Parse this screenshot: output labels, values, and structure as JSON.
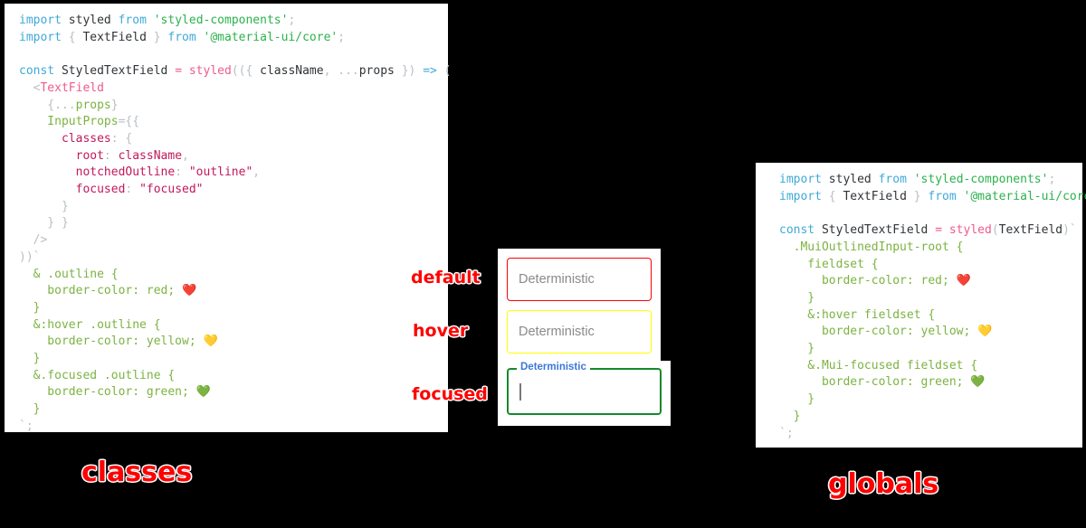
{
  "panels": {
    "classes": {
      "caption": "classes",
      "lines": [
        [
          {
            "t": "import ",
            "c": "kw"
          },
          {
            "t": "styled ",
            "c": "plain"
          },
          {
            "t": "from ",
            "c": "kw"
          },
          {
            "t": "'styled-components'",
            "c": "str"
          },
          {
            "t": ";",
            "c": "punct"
          }
        ],
        [
          {
            "t": "import ",
            "c": "kw"
          },
          {
            "t": "{",
            "c": "punct"
          },
          {
            "t": " TextField ",
            "c": "plain"
          },
          {
            "t": "}",
            "c": "punct"
          },
          {
            "t": " from ",
            "c": "kw"
          },
          {
            "t": "'@material-ui/core'",
            "c": "str"
          },
          {
            "t": ";",
            "c": "punct"
          }
        ],
        [],
        [
          {
            "t": "const ",
            "c": "kw"
          },
          {
            "t": "StyledTextField ",
            "c": "plain"
          },
          {
            "t": "= ",
            "c": "op"
          },
          {
            "t": "styled",
            "c": "fn"
          },
          {
            "t": "((",
            "c": "punct"
          },
          {
            "t": "{",
            "c": "punct"
          },
          {
            "t": " className",
            "c": "plain"
          },
          {
            "t": ", ",
            "c": "punct"
          },
          {
            "t": "...",
            "c": "punct"
          },
          {
            "t": "props ",
            "c": "plain"
          },
          {
            "t": "}",
            "c": "punct"
          },
          {
            "t": ") ",
            "c": "punct"
          },
          {
            "t": "=> ",
            "c": "arrow"
          },
          {
            "t": "(",
            "c": "punct"
          }
        ],
        [
          {
            "t": "  <",
            "c": "punct"
          },
          {
            "t": "TextField",
            "c": "tag"
          }
        ],
        [
          {
            "t": "    {",
            "c": "punct"
          },
          {
            "t": "...",
            "c": "punct"
          },
          {
            "t": "props",
            "c": "attr"
          },
          {
            "t": "}",
            "c": "punct"
          }
        ],
        [
          {
            "t": "    InputProps",
            "c": "attr"
          },
          {
            "t": "={{",
            "c": "punct"
          }
        ],
        [
          {
            "t": "      classes",
            "c": "key"
          },
          {
            "t": ": {",
            "c": "punct"
          }
        ],
        [
          {
            "t": "        root",
            "c": "key"
          },
          {
            "t": ": ",
            "c": "punct"
          },
          {
            "t": "className",
            "c": "key"
          },
          {
            "t": ",",
            "c": "punct"
          }
        ],
        [
          {
            "t": "        notchedOutline",
            "c": "key"
          },
          {
            "t": ": ",
            "c": "punct"
          },
          {
            "t": "\"outline\"",
            "c": "key"
          },
          {
            "t": ",",
            "c": "punct"
          }
        ],
        [
          {
            "t": "        focused",
            "c": "key"
          },
          {
            "t": ": ",
            "c": "punct"
          },
          {
            "t": "\"focused\"",
            "c": "key"
          }
        ],
        [
          {
            "t": "      }",
            "c": "punct"
          }
        ],
        [
          {
            "t": "    } }",
            "c": "punct"
          }
        ],
        [
          {
            "t": "  />",
            "c": "punct"
          }
        ],
        [
          {
            "t": "))`",
            "c": "punct"
          }
        ],
        [
          {
            "t": "  & .outline {",
            "c": "css"
          }
        ],
        [
          {
            "t": "    border-color: red; ",
            "c": "css"
          },
          {
            "t": "❤️",
            "c": "emoji"
          }
        ],
        [
          {
            "t": "  }",
            "c": "css"
          }
        ],
        [
          {
            "t": "  &:hover .outline {",
            "c": "css"
          }
        ],
        [
          {
            "t": "    border-color: yellow; ",
            "c": "css"
          },
          {
            "t": "💛",
            "c": "emoji"
          }
        ],
        [
          {
            "t": "  }",
            "c": "css"
          }
        ],
        [
          {
            "t": "  &.focused .outline {",
            "c": "css"
          }
        ],
        [
          {
            "t": "    border-color: green; ",
            "c": "css"
          },
          {
            "t": "💚",
            "c": "emoji"
          }
        ],
        [
          {
            "t": "  }",
            "c": "css"
          }
        ],
        [
          {
            "t": "`;",
            "c": "punct"
          }
        ]
      ]
    },
    "globals": {
      "caption": "globals",
      "lines": [
        [
          {
            "t": "import ",
            "c": "kw"
          },
          {
            "t": "styled ",
            "c": "plain"
          },
          {
            "t": "from ",
            "c": "kw"
          },
          {
            "t": "'styled-components'",
            "c": "str"
          },
          {
            "t": ";",
            "c": "punct"
          }
        ],
        [
          {
            "t": "import ",
            "c": "kw"
          },
          {
            "t": "{",
            "c": "punct"
          },
          {
            "t": " TextField ",
            "c": "plain"
          },
          {
            "t": "}",
            "c": "punct"
          },
          {
            "t": " from ",
            "c": "kw"
          },
          {
            "t": "'@material-ui/core'",
            "c": "str"
          },
          {
            "t": ";",
            "c": "punct"
          }
        ],
        [],
        [
          {
            "t": "const ",
            "c": "kw"
          },
          {
            "t": "StyledTextField ",
            "c": "plain"
          },
          {
            "t": "= ",
            "c": "op"
          },
          {
            "t": "styled",
            "c": "fn"
          },
          {
            "t": "(",
            "c": "punct"
          },
          {
            "t": "TextField",
            "c": "plain"
          },
          {
            "t": ")`",
            "c": "punct"
          }
        ],
        [
          {
            "t": "  .MuiOutlinedInput-root {",
            "c": "css"
          }
        ],
        [
          {
            "t": "    fieldset {",
            "c": "css"
          }
        ],
        [
          {
            "t": "      border-color: red; ",
            "c": "css"
          },
          {
            "t": "❤️",
            "c": "emoji"
          }
        ],
        [
          {
            "t": "    }",
            "c": "css"
          }
        ],
        [
          {
            "t": "    &:hover fieldset {",
            "c": "css"
          }
        ],
        [
          {
            "t": "      border-color: yellow; ",
            "c": "css"
          },
          {
            "t": "💛",
            "c": "emoji"
          }
        ],
        [
          {
            "t": "    }",
            "c": "css"
          }
        ],
        [
          {
            "t": "    &.Mui-focused fieldset {",
            "c": "css"
          }
        ],
        [
          {
            "t": "      border-color: green; ",
            "c": "css"
          },
          {
            "t": "💚",
            "c": "emoji"
          }
        ],
        [
          {
            "t": "    }",
            "c": "css"
          }
        ],
        [
          {
            "t": "  }",
            "c": "css"
          }
        ],
        [
          {
            "t": "`;",
            "c": "punct"
          }
        ]
      ]
    }
  },
  "demo": {
    "states": [
      {
        "annotation": "default",
        "field_text": "Deterministic",
        "border_color": "#ff0000"
      },
      {
        "annotation": "hover",
        "field_text": "Deterministic",
        "border_color": "#ffff00"
      },
      {
        "annotation": "focused",
        "label": "Deterministic",
        "value": "",
        "border_color": "#14892c",
        "label_color": "#3b78d8"
      }
    ]
  }
}
